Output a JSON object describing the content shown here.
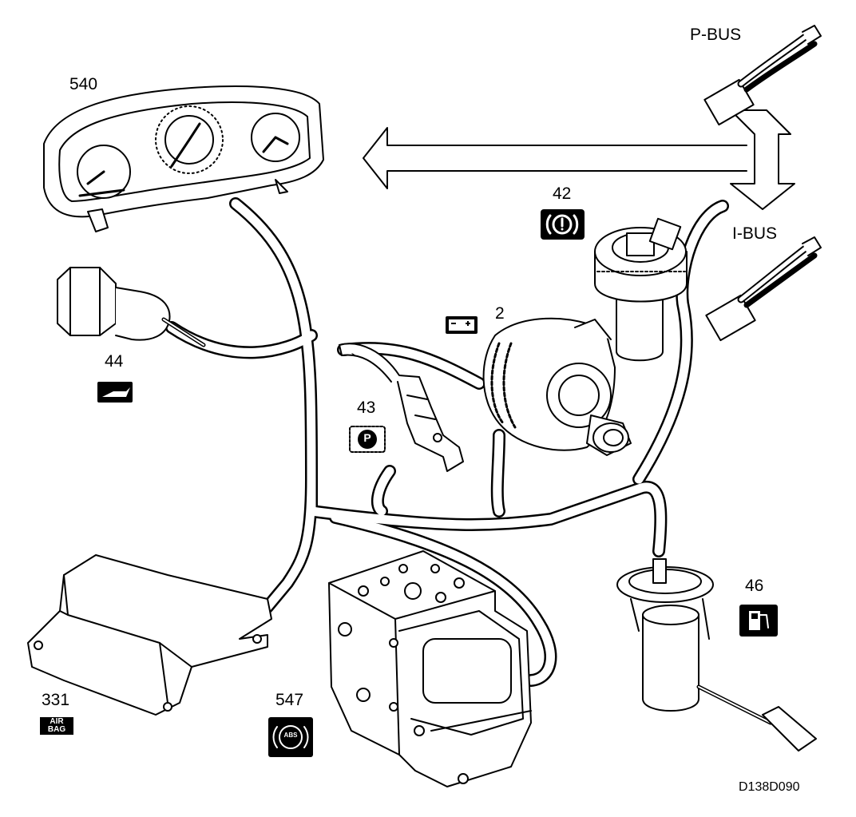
{
  "diagram": {
    "bus_labels": {
      "p_bus": "P-BUS",
      "i_bus": "I-BUS"
    },
    "components": {
      "instrument_cluster": "540",
      "brake_fluid": "42",
      "generator": "2",
      "parking_brake": "43",
      "oil_pressure": "44",
      "fuel_level": "46",
      "airbag": "331",
      "abs": "547"
    },
    "symbols": {
      "airbag_text_1": "AIR",
      "airbag_text_2": "BAG",
      "abs_text": "ABS",
      "parking_text": "P"
    },
    "reference": "D138D090",
    "colors": {
      "ink": "#000000",
      "paper": "#ffffff"
    }
  }
}
